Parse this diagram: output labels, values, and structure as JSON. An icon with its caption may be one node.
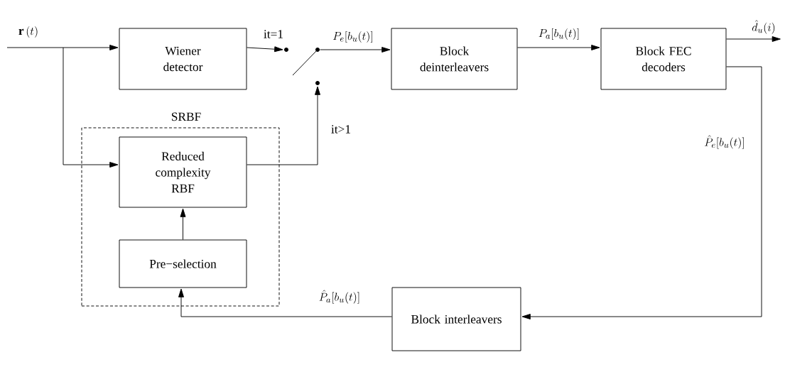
{
  "diagram": {
    "nodes": [
      {
        "text": [
          "SRBF"
        ]
      },
      {
        "text": [
          "Wiener detector"
        ]
      },
      {
        "text": [
          "Reduced complexity RBF"
        ],
        "in": 0
      },
      {
        "text": [
          "Pre−selection"
        ],
        "in": 0
      },
      {
        "text": [
          "Block deinterleavers"
        ]
      },
      {
        "text": [
          "Block FEC decoders"
        ]
      },
      {
        "text": [
          "Block interleavers"
        ]
      },
      {
        "text": [],
        "shape": "circle"
      },
      {
        "text": [],
        "shape": "circle"
      },
      {
        "text": [],
        "shape": "circle"
      }
    ],
    "edges": [
      {
        "from": null,
        "to": 1,
        "arrow": "to",
        "label": "\\mathbf{r}\\,(t)"
      },
      {
        "from": null,
        "to": 2,
        "arrow": "to"
      },
      {
        "from": 1,
        "to": 7,
        "arrow": "to",
        "label": "it=1"
      },
      {
        "from": 2,
        "to": 8,
        "arrow": "to",
        "label": "it>1"
      },
      {
        "from": 9,
        "to": 4,
        "arrow": "to",
        "label": "P_e[b_u(t)]"
      },
      {
        "from": 4,
        "to": 5,
        "arrow": "to",
        "label": "P_a[b_u(t)]"
      },
      {
        "from": 5,
        "to": null,
        "arrow": "to",
        "label": "\\hat{d}_u(i)"
      },
      {
        "from": 5,
        "to": 6,
        "arrow": "to",
        "label": "\\hat{P}_e[b_u(t)]"
      },
      {
        "from": 6,
        "to": 3,
        "arrow": "to",
        "label": "\\hat{P}_a[b_u(t)]"
      },
      {
        "from": 3,
        "to": 2,
        "arrow": "to"
      }
    ]
  }
}
